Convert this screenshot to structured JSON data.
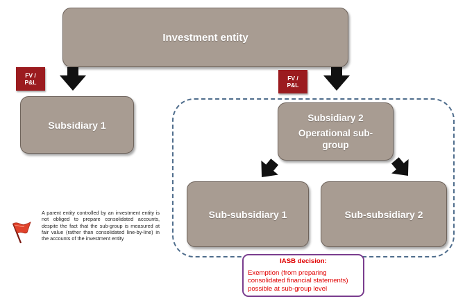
{
  "boxes": {
    "entity": "Investment entity",
    "sub1": "Subsidiary 1",
    "sub2_line1": "Subsidiary 2",
    "sub2_line2": "Operational sub-",
    "sub2_line3": "group",
    "ss1": "Sub-subsidiary 1",
    "ss2": "Sub-subsidiary 2"
  },
  "tags": {
    "left_line1": "FV /",
    "left_line2": "P&L",
    "right_line1": "FV /",
    "right_line2": "P&L"
  },
  "note": "A parent entity controlled by an investment entity is not obliged to prepare consolidated accounts, despite the fact that the sub-group is measured at fair value (rather than consolidated line-by-line) in the accounts of the investment entity",
  "iasb": {
    "title": "IASB decision:",
    "body": "Exemption (from preparing consolidated financial statements) possible at sub-group level"
  },
  "colors": {
    "box_fill": "#a89c92",
    "tag_fill": "#9b1b1f",
    "dashed_border": "#4f6d8c",
    "iasb_border": "#7a3d8e",
    "iasb_text": "#e00000"
  },
  "icons": [
    "down-arrow-icon",
    "red-flag-icon"
  ]
}
